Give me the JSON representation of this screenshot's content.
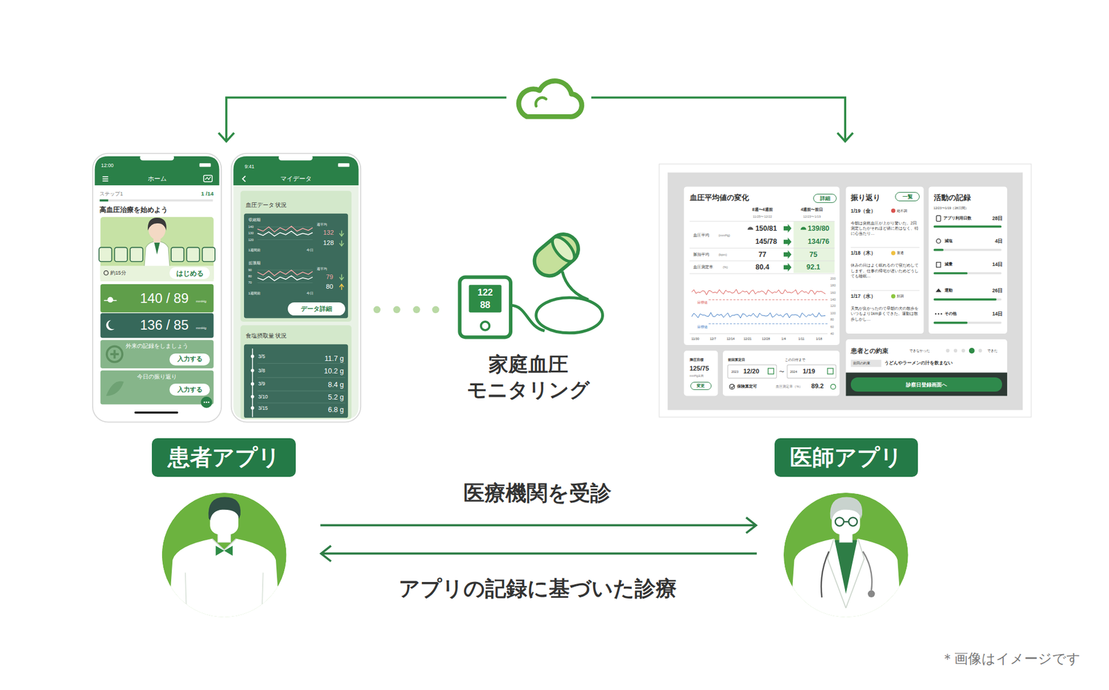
{
  "diagram": {
    "nodes": [
      {
        "text": [
          "患者アプリ"
        ]
      },
      {
        "text": [
          "医師アプリ"
        ]
      },
      {
        "text": [
          "ホーム"
        ]
      },
      {
        "text": [
          "マイデータ"
        ]
      },
      {
        "text": [
          "血圧平均値の変化"
        ]
      },
      {
        "text": [
          "振り返り"
        ]
      },
      {
        "text": [
          "活動の記録"
        ]
      },
      {
        "text": [
          "降圧目標"
        ]
      },
      {
        "text": [
          "前回算定日"
        ]
      },
      {
        "text": [
          "患者との約束"
        ]
      },
      {
        "text": [
          "はじめる"
        ],
        "in": 2
      },
      {
        "text": [
          "入力する"
        ],
        "in": 2
      },
      {
        "text": [
          "入力する"
        ],
        "in": 2
      },
      {
        "text": [
          "データ詳細"
        ],
        "in": 3
      },
      {
        "text": [
          "詳細"
        ],
        "in": 4
      },
      {
        "text": [
          "一覧"
        ],
        "in": 5
      },
      {
        "text": [
          "変更"
        ],
        "in": 7
      },
      {
        "text": [
          "診察日登録画面へ"
        ],
        "in": 9
      }
    ],
    "labels": [
      "12:00",
      "ステップ1",
      "1 /14",
      "高血圧治療を始めよう",
      "約15分",
      "140 / 89",
      "mmHg",
      "136 / 85",
      "mmHg",
      "外来の記録をしましょう",
      "今日の振り返り",
      "9:41",
      "血圧データ 状況",
      "収縮期",
      "140",
      "130",
      "120",
      "週平均",
      "132",
      "128",
      "1週間前",
      "今日",
      "拡張期",
      "90",
      "80",
      "70",
      "週平均",
      "79",
      "80",
      "1週間前",
      "今日",
      "食塩摂取量 状況",
      "3/5",
      "11.7 g",
      "3/8",
      "10.2 g",
      "3/9",
      "8.4 g",
      "3/10",
      "5.2 g",
      "3/15",
      "6.8 g",
      "家庭血圧 モニタリング",
      "医療機関を受診",
      "アプリの記録に基づいた診療",
      "＊画像はイメージです",
      "8週〜4週前",
      "11/25〜12/22",
      "4週前〜前日",
      "12/23〜1/19",
      "血圧平均",
      "(mmHg)",
      "150/81",
      "139/80",
      "145/78",
      "134/76",
      "脈拍平均",
      "(bpm)",
      "77",
      "75",
      "血圧測定率",
      "(%)",
      "80.4",
      "92.1",
      "200",
      "180",
      "160",
      "140",
      "120",
      "100",
      "80",
      "60",
      "40",
      "目標値",
      "目標値",
      "11/30",
      "12/7",
      "12/14",
      "12/21",
      "12/28",
      "1/4",
      "1/11",
      "1/18",
      "1/19（金）",
      "絶不調",
      "今朝は突然血圧が上がり驚いた。2回測定したがそれほど値に差はなく、特に心当たり…",
      "1/18（木）",
      "普通",
      "休みの日はよく眠れるので寝だめしてします。仕事の帰宅が遅いためどうしても睡眠…",
      "1/17（水）",
      "好調",
      "天気が良かったので早朝の犬の散歩をいつもより1km多くできた。運動は散歩しかし…",
      "12/23〜1/19（28日間）",
      "アプリ利用日数",
      "28日",
      "減塩",
      "4日",
      "減量",
      "14日",
      "運動",
      "26日",
      "その他",
      "14日",
      "125/75",
      "mmHg未満",
      "この日付まで",
      "2023",
      "12/20",
      "〜",
      "2024",
      "1/19",
      "保険算定可",
      "血圧測定率（%）",
      "89.2",
      "できなかった",
      "できた",
      "前回の約束",
      "うどんやラーメンの汁を飲まない",
      "122",
      "88"
    ]
  }
}
